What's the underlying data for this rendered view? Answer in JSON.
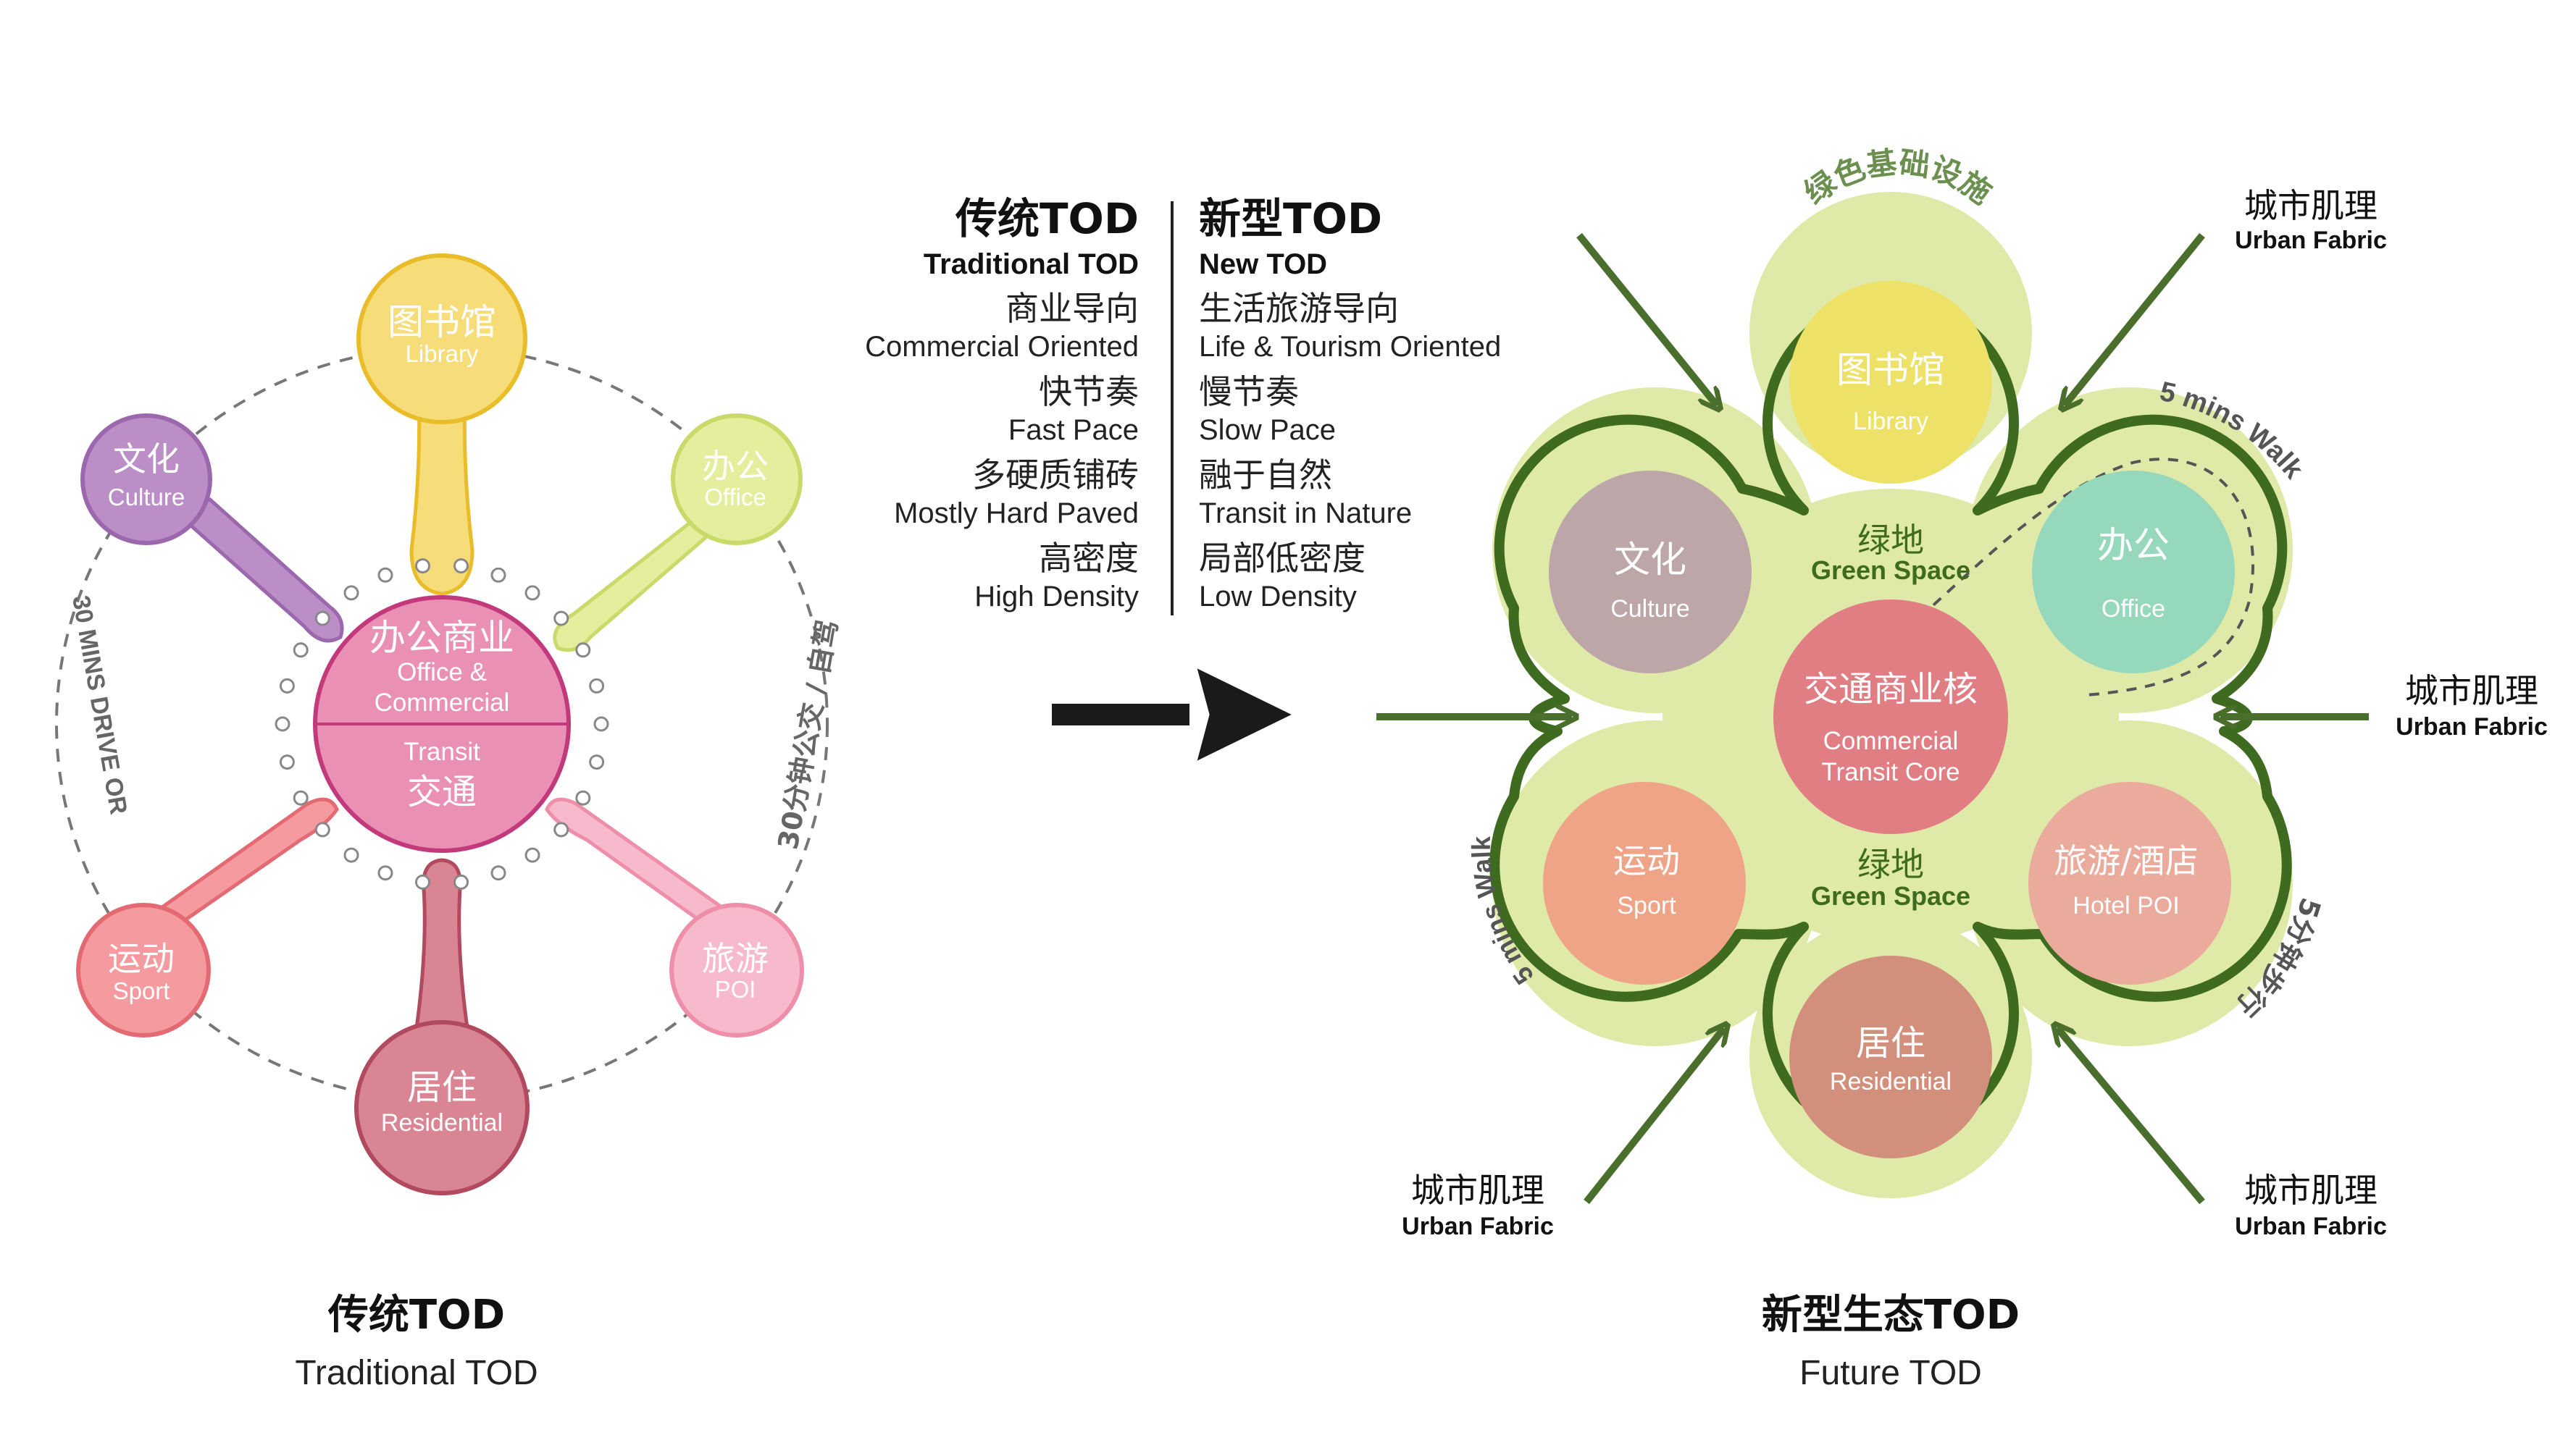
{
  "compare": {
    "left": {
      "title_cn": "传统TOD",
      "title_en": "Traditional TOD",
      "items": [
        {
          "cn": "商业导向",
          "en": "Commercial Oriented"
        },
        {
          "cn": "快节奏",
          "en": "Fast Pace"
        },
        {
          "cn": "多硬质铺砖",
          "en": "Mostly Hard Paved"
        },
        {
          "cn": "高密度",
          "en": "High Density"
        }
      ]
    },
    "right": {
      "title_cn": "新型TOD",
      "title_en": "New TOD",
      "items": [
        {
          "cn": "生活旅游导向",
          "en": "Life & Tourism Oriented"
        },
        {
          "cn": "慢节奏",
          "en": "Slow Pace"
        },
        {
          "cn": "融于自然",
          "en": "Transit in Nature"
        },
        {
          "cn": "局部低密度",
          "en": "Low Density"
        }
      ]
    }
  },
  "traditional": {
    "caption_cn": "传统TOD",
    "caption_en": "Traditional TOD",
    "ring_left": "30 MINS DRIVE OR",
    "ring_right": "30分钟公交 / 自驾",
    "core": {
      "top_cn": "办公商业",
      "top_en1": "Office &",
      "top_en2": "Commercial",
      "bottom_en": "Transit",
      "bottom_cn": "交通"
    },
    "nodes": {
      "library": {
        "cn": "图书馆",
        "en": "Library",
        "color": "#f7dd7a"
      },
      "office": {
        "cn": "办公",
        "en": "Office",
        "color": "#e4ee9c"
      },
      "culture": {
        "cn": "文化",
        "en": "Culture",
        "color": "#bb8ec7"
      },
      "sport": {
        "cn": "运动",
        "en": "Sport",
        "color": "#f59a9e"
      },
      "poi": {
        "cn": "旅游",
        "en": "POI",
        "color": "#f7b9cc"
      },
      "residential": {
        "cn": "居住",
        "en": "Residential",
        "color": "#d98593"
      }
    }
  },
  "future": {
    "caption_cn": "新型生态TOD",
    "caption_en": "Future TOD",
    "arc_top": "绿色基础设施",
    "walk_top": "5 mins Walk",
    "walk_left": "5 mins Walk",
    "walk_right": "5分钟步行",
    "green_top": {
      "cn": "绿地",
      "en": "Green Space"
    },
    "green_bottom": {
      "cn": "绿地",
      "en": "Green Space"
    },
    "core": {
      "cn": "交通商业核",
      "en1": "Commercial",
      "en2": "Transit Core",
      "color": "#e07e84"
    },
    "nodes": {
      "library": {
        "cn": "图书馆",
        "en": "Library",
        "color": "#ede167"
      },
      "culture": {
        "cn": "文化",
        "en": "Culture",
        "color": "#bca6a8"
      },
      "office": {
        "cn": "办公",
        "en": "Office",
        "color": "#95d8bb"
      },
      "sport": {
        "cn": "运动",
        "en": "Sport",
        "color": "#f0a487"
      },
      "hotel": {
        "cn": "旅游/酒店",
        "en": "Hotel POI",
        "color": "#eaaa9c"
      },
      "residential": {
        "cn": "居住",
        "en": "Residential",
        "color": "#d2907c"
      }
    },
    "fabric": {
      "cn": "城市肌理",
      "en": "Urban Fabric"
    },
    "green_light": "#dfe9a8",
    "green_dark": "#3f6b21"
  }
}
